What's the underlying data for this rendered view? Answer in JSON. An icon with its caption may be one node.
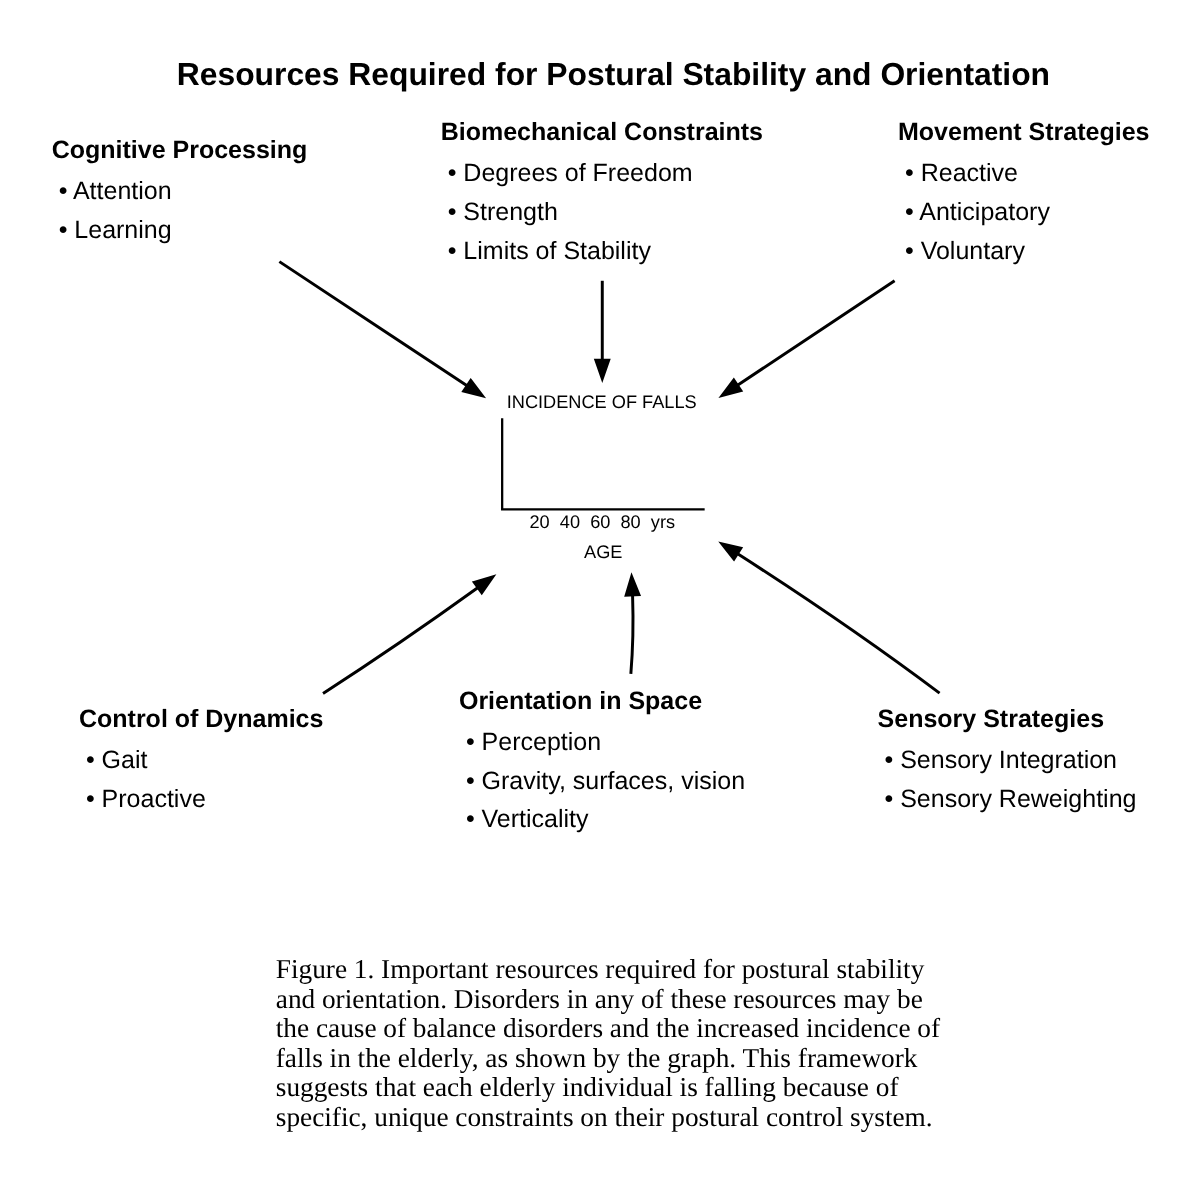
{
  "diagram": {
    "title": "Resources Required for Postural Stability and Orientation",
    "caption": "Figure 1. Important resources required for postural stability and orientation. Disorders in any of these resources may be the cause of balance disorders and the increased incidence of falls in the elderly, as shown by the graph. This framework suggests that each elderly individual is falling because of specific, unique constraints on their postural control system.",
    "nodes": [
      {
        "text": [
          "Biomechanical Constraints",
          "• Degrees of Freedom",
          "• Strength",
          "• Limits of Stability"
        ]
      },
      {
        "text": [
          "Cognitive Processing",
          "• Attention",
          "• Learning"
        ]
      },
      {
        "text": [
          "Movement Strategies",
          "• Reactive",
          "• Anticipatory",
          "• Voluntary"
        ]
      },
      {
        "text": [
          "INCIDENCE OF FALLS",
          "20  40  60  80  yrs",
          "AGE"
        ]
      },
      {
        "text": [
          "Control of Dynamics",
          "• Gait",
          "• Proactive"
        ]
      },
      {
        "text": [
          "Sensory Strategies",
          "• Sensory Integration",
          "• Sensory Reweighting"
        ]
      },
      {
        "text": [
          "Orientation in Space",
          "• Perception",
          "• Gravity, surfaces, vision",
          "• Verticality"
        ]
      }
    ],
    "edges": [
      {
        "from": 0,
        "to": 3,
        "arrow": "to"
      },
      {
        "from": 1,
        "to": 3,
        "arrow": "to"
      },
      {
        "from": 2,
        "to": 3,
        "arrow": "to"
      },
      {
        "from": 4,
        "to": 3,
        "arrow": "to"
      },
      {
        "from": 5,
        "to": 3,
        "arrow": "to"
      },
      {
        "from": 6,
        "to": 3,
        "arrow": "to"
      }
    ]
  }
}
